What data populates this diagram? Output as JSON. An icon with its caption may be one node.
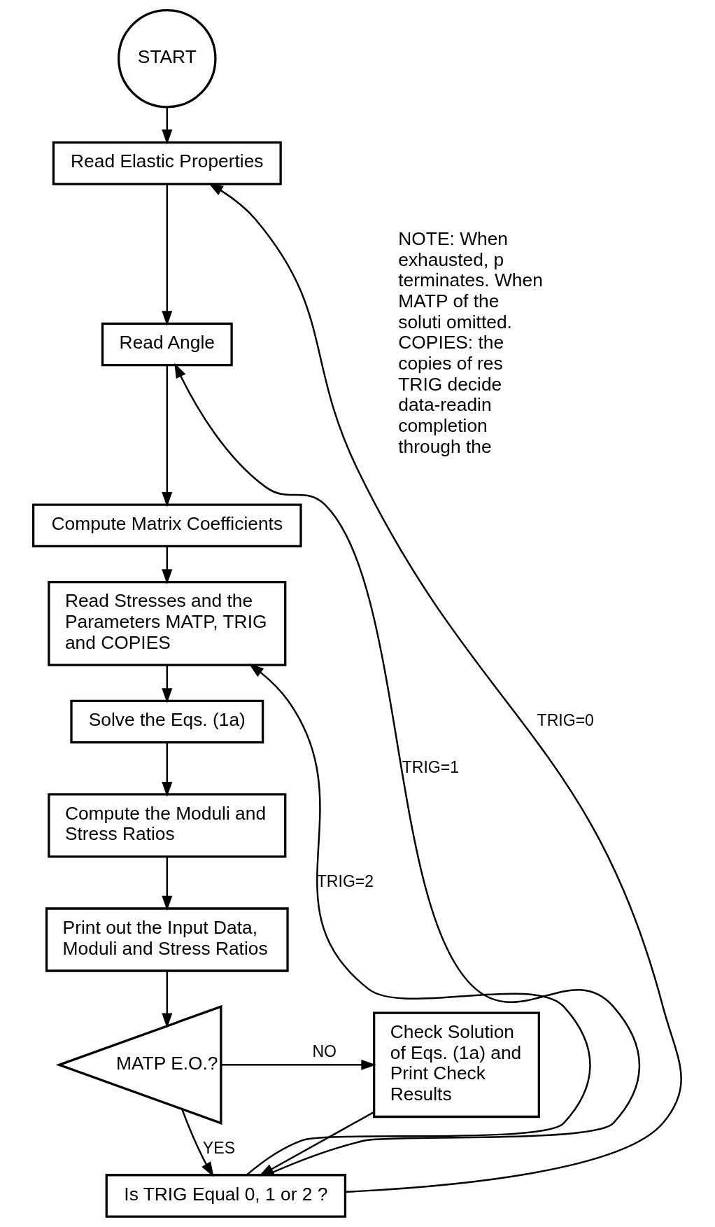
{
  "diagram": {
    "nodes": [
      {
        "text": [
          "START"
        ]
      },
      {
        "text": [
          "Read Elastic Properties"
        ]
      },
      {
        "text": [
          "Read Angle"
        ]
      },
      {
        "text": [
          "Compute Matrix Coefficients"
        ]
      },
      {
        "text": [
          "Read Stresses and the Parameters MATP, TRIG and COPIES"
        ]
      },
      {
        "text": [
          "Solve the Eqs. (1a)"
        ]
      },
      {
        "text": [
          "Compute the Moduli and Stress Ratios"
        ]
      },
      {
        "text": [
          "Print out the Input Data, Moduli and Stress Ratios"
        ]
      },
      {
        "text": [
          "MATP E.O.?"
        ]
      },
      {
        "text": [
          "Check Solution of Eqs. (1a) and Print Check Results"
        ]
      },
      {
        "text": [
          "Is TRIG Equal 0, 1 or 2 ?"
        ]
      }
    ],
    "edges": [
      {
        "from": 0,
        "to": 1,
        "arrow": "to"
      },
      {
        "from": 1,
        "to": 2,
        "arrow": "to"
      },
      {
        "from": 2,
        "to": 3,
        "arrow": "to"
      },
      {
        "from": 3,
        "to": 4,
        "arrow": "to"
      },
      {
        "from": 4,
        "to": 5,
        "arrow": "to"
      },
      {
        "from": 5,
        "to": 6,
        "arrow": "to"
      },
      {
        "from": 6,
        "to": 7,
        "arrow": "to"
      },
      {
        "from": 7,
        "to": 8,
        "arrow": "to"
      },
      {
        "from": 8,
        "to": 9,
        "arrow": "to",
        "label": "NO"
      },
      {
        "from": 8,
        "to": 10,
        "arrow": "to",
        "label": "YES"
      },
      {
        "from": 9,
        "to": 10,
        "arrow": "to"
      },
      {
        "from": 10,
        "to": 4,
        "arrow": "to",
        "label": "TRIG=2"
      },
      {
        "from": 10,
        "to": 2,
        "arrow": "to",
        "label": "TRIG=1"
      },
      {
        "from": 10,
        "to": 1,
        "arrow": "to",
        "label": "TRIG=0"
      }
    ],
    "labels": [
      "NOTE: When exhausted, p terminates. When MATP of the soluti omitted. COPIES: the copies of res TRIG decide data-readin completion through the"
    ]
  }
}
